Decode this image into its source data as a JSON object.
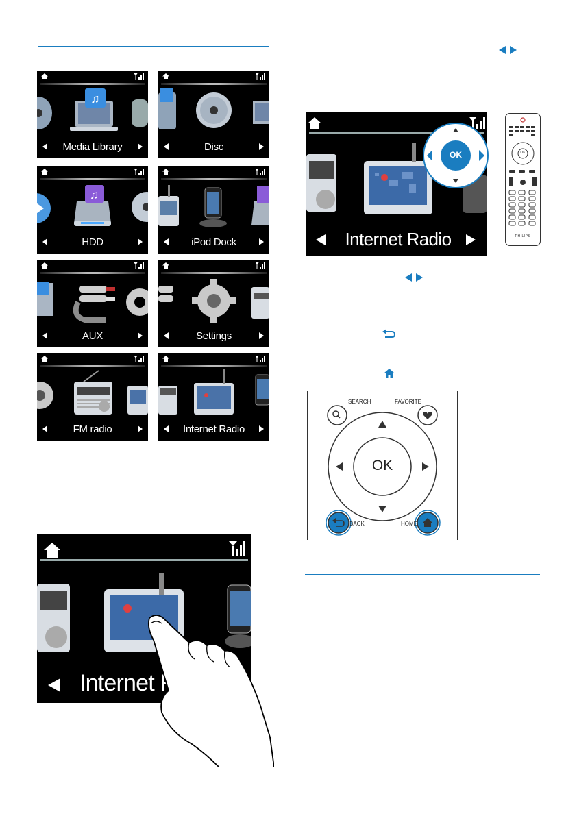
{
  "menu_tiles": [
    {
      "label": "Media Library"
    },
    {
      "label": "Disc"
    },
    {
      "label": "HDD"
    },
    {
      "label": "iPod Dock"
    },
    {
      "label": "AUX"
    },
    {
      "label": "Settings"
    },
    {
      "label": "FM radio"
    },
    {
      "label": "Internet Radio"
    }
  ],
  "top_screen": {
    "label": "Internet Radio",
    "ok_label": "OK"
  },
  "remote": {
    "brand": "PHILIPS",
    "ok_label": "OK"
  },
  "nav_pad": {
    "search_label": "SEARCH",
    "favorite_label": "FAVORITE",
    "ok_label": "OK",
    "back_label": "BACK",
    "home_label": "HOME"
  },
  "touch_screen": {
    "label": "Internet R"
  },
  "colors": {
    "accent": "#1a7dc0",
    "screen_bg": "#000000"
  }
}
